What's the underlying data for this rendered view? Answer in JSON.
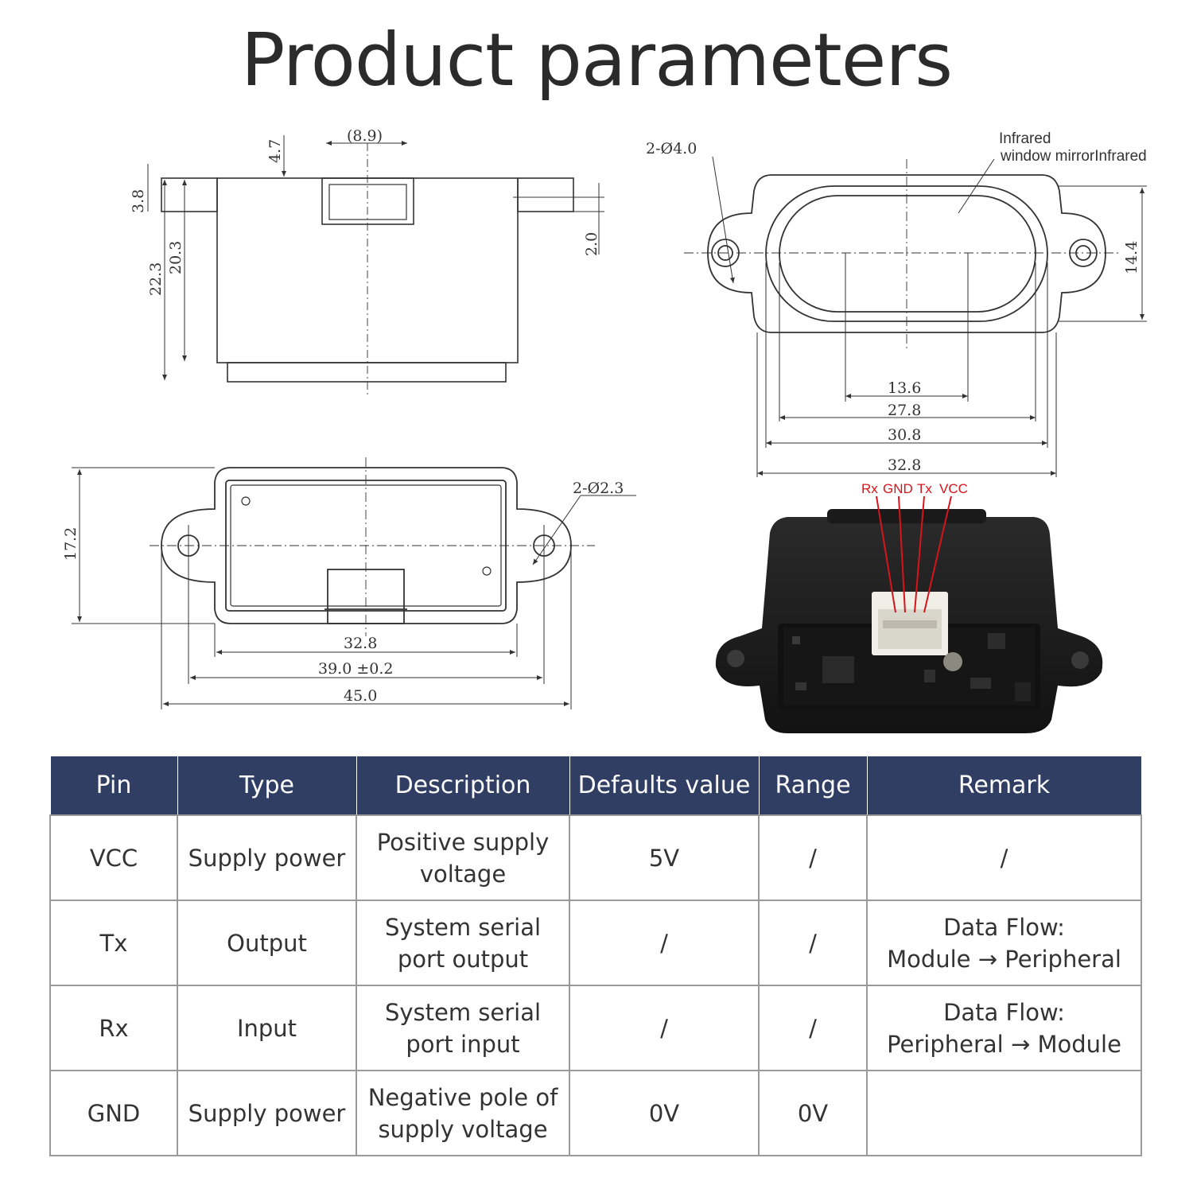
{
  "title": "Product parameters",
  "drawings": {
    "side_view": {
      "dims": [
        "(8.9)",
        "4.7",
        "3.8",
        "22.3",
        "20.3",
        "2.0"
      ]
    },
    "front_view": {
      "hole_label": "2-Ø4.0",
      "window_label_line1": "Infrared",
      "window_label_line2": "window mirrorInfrared",
      "dims": [
        "14.4",
        "13.6",
        "27.8",
        "30.8",
        "32.8"
      ]
    },
    "back_view": {
      "hole_label": "2-Ø2.3",
      "dims": [
        "17.2",
        "32.8",
        "39.0 ±0.2",
        "45.0"
      ]
    },
    "photo": {
      "pins": [
        "Rx",
        "GND",
        "Tx",
        "VCC"
      ]
    }
  },
  "table": {
    "headers": [
      "Pin",
      "Type",
      "Description",
      "Defaults value",
      "Range",
      "Remark"
    ],
    "rows": [
      {
        "pin": "VCC",
        "type": "Supply power",
        "desc1": "Positive supply",
        "desc2": "voltage",
        "default": "5V",
        "range": "/",
        "remark1": "/",
        "remark2": ""
      },
      {
        "pin": "Tx",
        "type": "Output",
        "desc1": "System serial",
        "desc2": "port output",
        "default": "/",
        "range": "/",
        "remark1": "Data Flow:",
        "remark2": "Module → Peripheral"
      },
      {
        "pin": "Rx",
        "type": "Input",
        "desc1": "System serial",
        "desc2": "port input",
        "default": "/",
        "range": "/",
        "remark1": "Data Flow:",
        "remark2": "Peripheral → Module"
      },
      {
        "pin": "GND",
        "type": "Supply power",
        "desc1": "Negative pole of",
        "desc2": "supply voltage",
        "default": "0V",
        "range": "0V",
        "remark1": "",
        "remark2": ""
      }
    ]
  }
}
